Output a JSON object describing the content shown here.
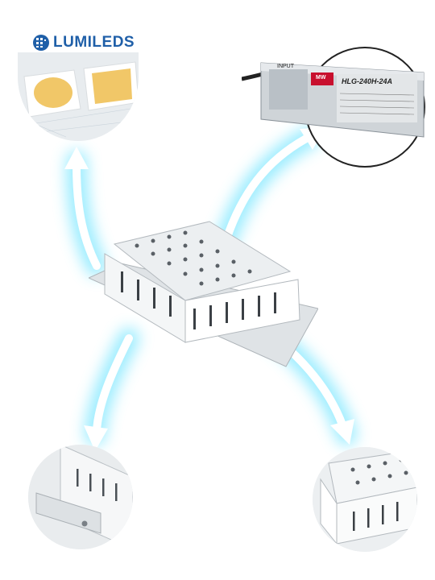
{
  "brand": {
    "name": "LUMILEDS",
    "color": "#1f5fa8"
  },
  "driver": {
    "input_label": "INPUT",
    "logo_text": "MW",
    "model": "HLG-240H-24A"
  },
  "colors": {
    "glow": "#9ff0ff",
    "housing": "#e9ecef",
    "led_yellow": "#f1c768",
    "driver_body": "#cfd4d8"
  }
}
